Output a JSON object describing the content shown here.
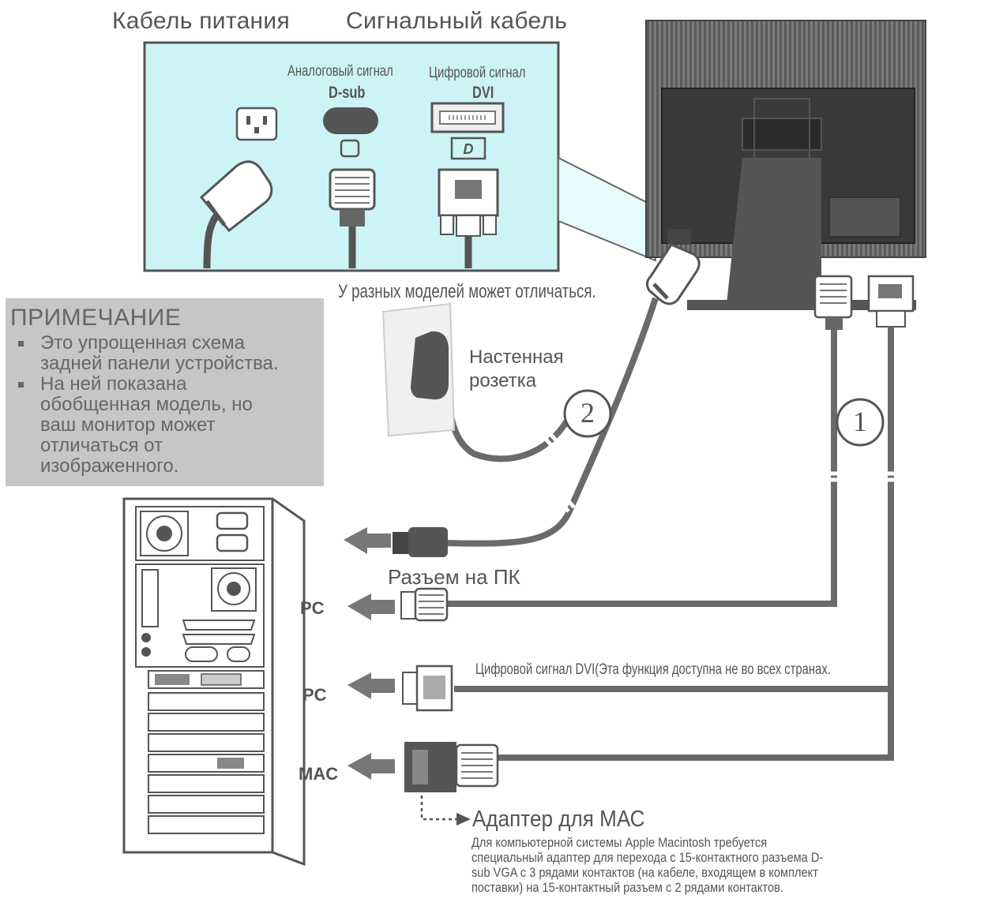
{
  "labels": {
    "power_cable": "Кабель питания",
    "signal_cable": "Сигнальный кабель",
    "analog_signal": "Аналоговый сигнал",
    "dsub": "D-sub",
    "digital_signal": "Цифровой сигнал",
    "dvi": "DVI",
    "models_vary": "У разных моделей может отличаться.",
    "wall_outlet_line1": "Настенная",
    "wall_outlet_line2": "розетка",
    "step_1": "1",
    "step_2": "2",
    "pc_connector": "Разъем на ПК",
    "pc_1": "PC",
    "pc_2": "PC",
    "mac": "MAC",
    "dvi_note": "Цифровой сигнал DVI(Эта функция доступна не во всех странах.",
    "mac_adapter_title": "Адаптер для МАС",
    "mac_adapter_desc": "Для компьютерной системы Apple Macintosh требуется\nспециальный адаптер для перехода с 15-контактного разъема D-\nsub VGA с 3 рядами контактов (на кабеле, входящем в комплект\nпоставки) на 15-контактный разъем с 2 рядами контактов."
  },
  "note": {
    "title": "ПРИМЕЧАНИЕ",
    "items": [
      "Это упрощенная схема\nзадней панели устройства.",
      "На ней показана\nобобщенная модель, но\nваш монитор может\nотличаться от\nизображенного."
    ]
  },
  "icons": [
    "power-socket-icon",
    "dsub-port-icon",
    "dvi-port-icon",
    "power-plug-icon",
    "dsub-plug-icon",
    "dvi-plug-icon",
    "monitor-back-icon",
    "wall-outlet-icon",
    "pc-tower-icon",
    "mac-adapter-icon",
    "arrow-left-icon"
  ],
  "colors": {
    "panel_bg": "#ccf4f6",
    "panel_border": "#555555",
    "note_bg": "#c6c6c6",
    "line": "#6a6a6a"
  }
}
